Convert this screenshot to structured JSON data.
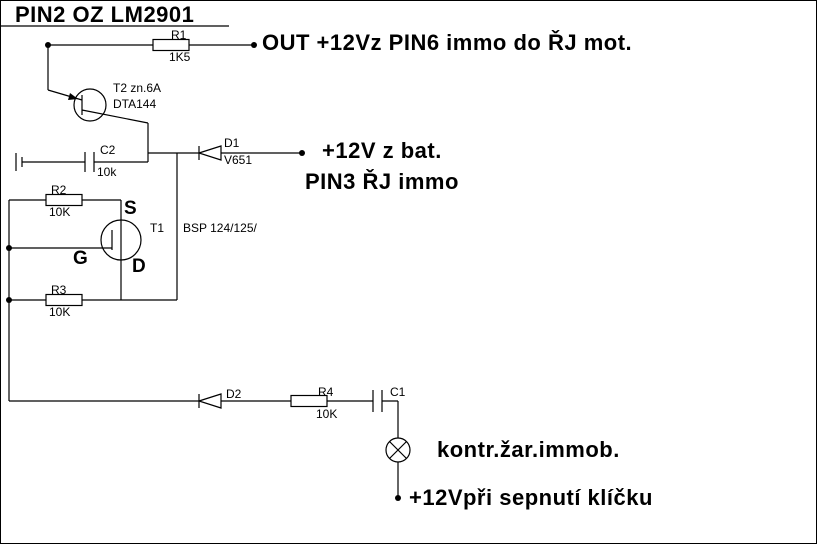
{
  "title": "PIN2 OZ LM2901",
  "nets": {
    "out": "OUT +12Vz PIN6 immo do ŘJ mot.",
    "battery": "+12V z bat.",
    "pin3": "PIN3 ŘJ immo",
    "lamp": "kontr.žar.immob.",
    "ignition": "+12Vpři sepnutí klíčku"
  },
  "components": {
    "r1": {
      "ref": "R1",
      "value": "1K5"
    },
    "t2": {
      "ref": "T2 zn.6A",
      "value": "DTA144"
    },
    "c2": {
      "ref": "C2",
      "value": "10k"
    },
    "d1": {
      "ref": "D1",
      "value": "V651"
    },
    "r2": {
      "ref": "R2",
      "value": "10K"
    },
    "t1": {
      "ref": "T1",
      "value": "BSP 124/125/",
      "pin_s": "S",
      "pin_g": "G",
      "pin_d": "D"
    },
    "r3": {
      "ref": "R3",
      "value": "10K"
    },
    "d2": {
      "ref": "D2"
    },
    "r4": {
      "ref": "R4",
      "value": "10K"
    },
    "c1": {
      "ref": "C1"
    }
  },
  "colors": {
    "ink": "#000000",
    "background": "#ffffff"
  }
}
